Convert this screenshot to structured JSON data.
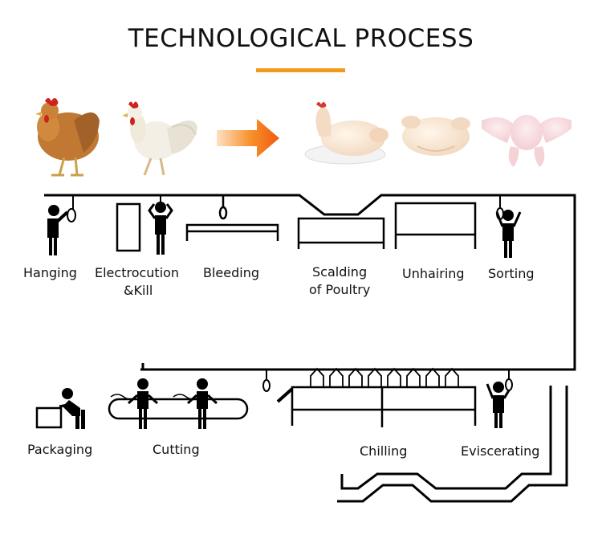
{
  "title": "TECHNOLOGICAL PROCESS",
  "colors": {
    "accent": "#f39a1e",
    "line": "#000000"
  },
  "pictures": [
    "live-hen",
    "live-rooster",
    "process-arrow",
    "scalded-chicken-on-plate",
    "plucked-chicken",
    "chicken-cut-parts"
  ],
  "steps": {
    "hanging": "Hanging",
    "electrocution_line1": "Electrocution",
    "electrocution_line2": "&Kill",
    "bleeding": "Bleeding",
    "scalding_line1": "Scalding",
    "scalding_line2": "of Poultry",
    "unhairing": "Unhairing",
    "sorting": "Sorting",
    "packaging": "Packaging",
    "cutting": "Cutting",
    "chilling": "Chilling",
    "eviscerating": "Eviscerating"
  }
}
